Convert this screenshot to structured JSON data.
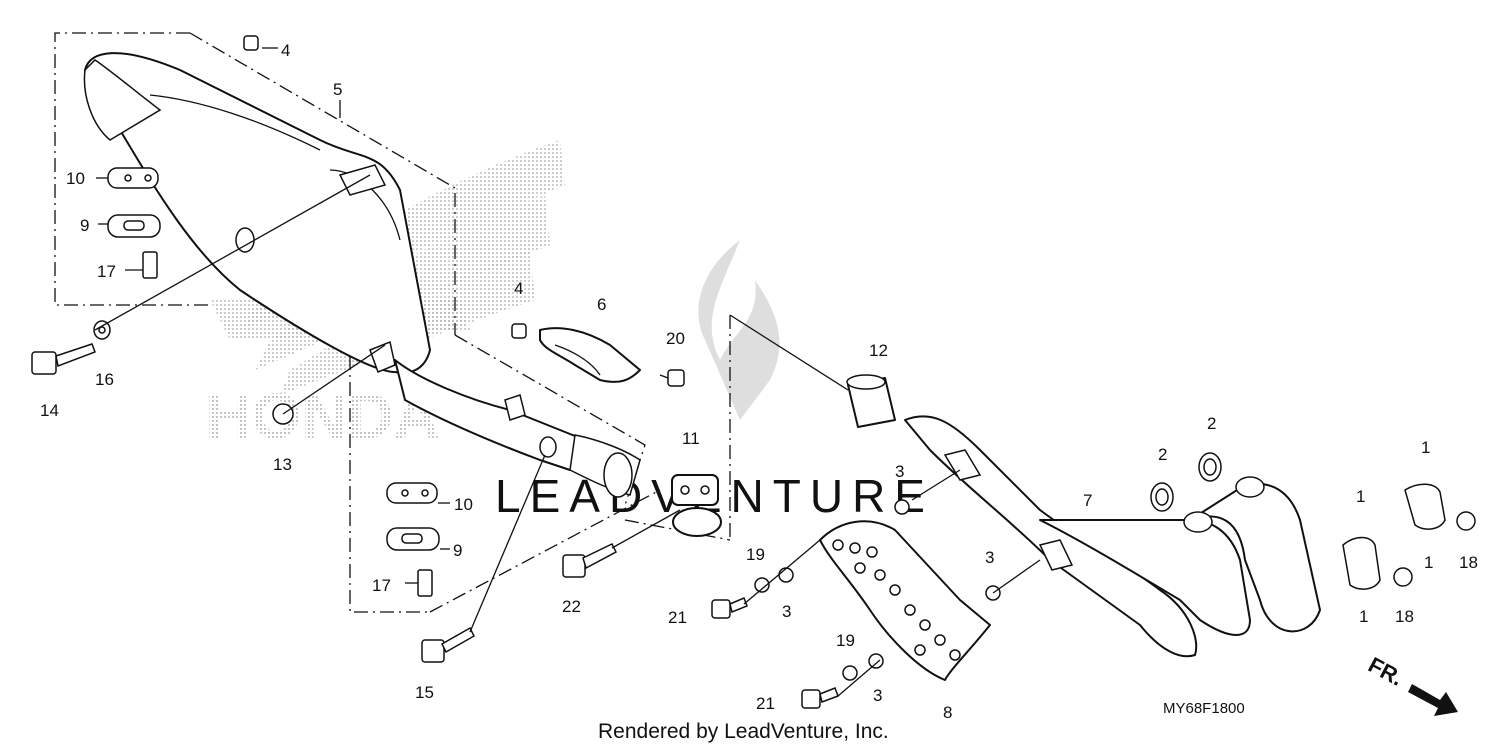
{
  "diagram": {
    "code": "MY68F1800",
    "footer": "Rendered by LeadVenture, Inc.",
    "direction_label": "FR.",
    "watermark": {
      "wordmark": "LEADVENTURE",
      "brand_text": "HONDA"
    },
    "callouts": [
      {
        "id": "c4a",
        "label": "4"
      },
      {
        "id": "c5",
        "label": "5"
      },
      {
        "id": "c10a",
        "label": "10"
      },
      {
        "id": "c9a",
        "label": "9"
      },
      {
        "id": "c17a",
        "label": "17"
      },
      {
        "id": "c14",
        "label": "14"
      },
      {
        "id": "c16",
        "label": "16"
      },
      {
        "id": "c13",
        "label": "13"
      },
      {
        "id": "c4b",
        "label": "4"
      },
      {
        "id": "c6",
        "label": "6"
      },
      {
        "id": "c20",
        "label": "20"
      },
      {
        "id": "c10b",
        "label": "10"
      },
      {
        "id": "c9b",
        "label": "9"
      },
      {
        "id": "c17b",
        "label": "17"
      },
      {
        "id": "c15",
        "label": "15"
      },
      {
        "id": "c11",
        "label": "11"
      },
      {
        "id": "c22",
        "label": "22"
      },
      {
        "id": "c12",
        "label": "12"
      },
      {
        "id": "c3a",
        "label": "3"
      },
      {
        "id": "c19a",
        "label": "19"
      },
      {
        "id": "c3b",
        "label": "3"
      },
      {
        "id": "c21a",
        "label": "21"
      },
      {
        "id": "c19b",
        "label": "19"
      },
      {
        "id": "c3c",
        "label": "3"
      },
      {
        "id": "c21b",
        "label": "21"
      },
      {
        "id": "c8",
        "label": "8"
      },
      {
        "id": "c3d",
        "label": "3"
      },
      {
        "id": "c7",
        "label": "7"
      },
      {
        "id": "c2a",
        "label": "2"
      },
      {
        "id": "c2b",
        "label": "2"
      },
      {
        "id": "c1a",
        "label": "1"
      },
      {
        "id": "c1b",
        "label": "1"
      },
      {
        "id": "c1c",
        "label": "1"
      },
      {
        "id": "c1d",
        "label": "1"
      },
      {
        "id": "c18a",
        "label": "18"
      },
      {
        "id": "c18b",
        "label": "18"
      }
    ]
  }
}
